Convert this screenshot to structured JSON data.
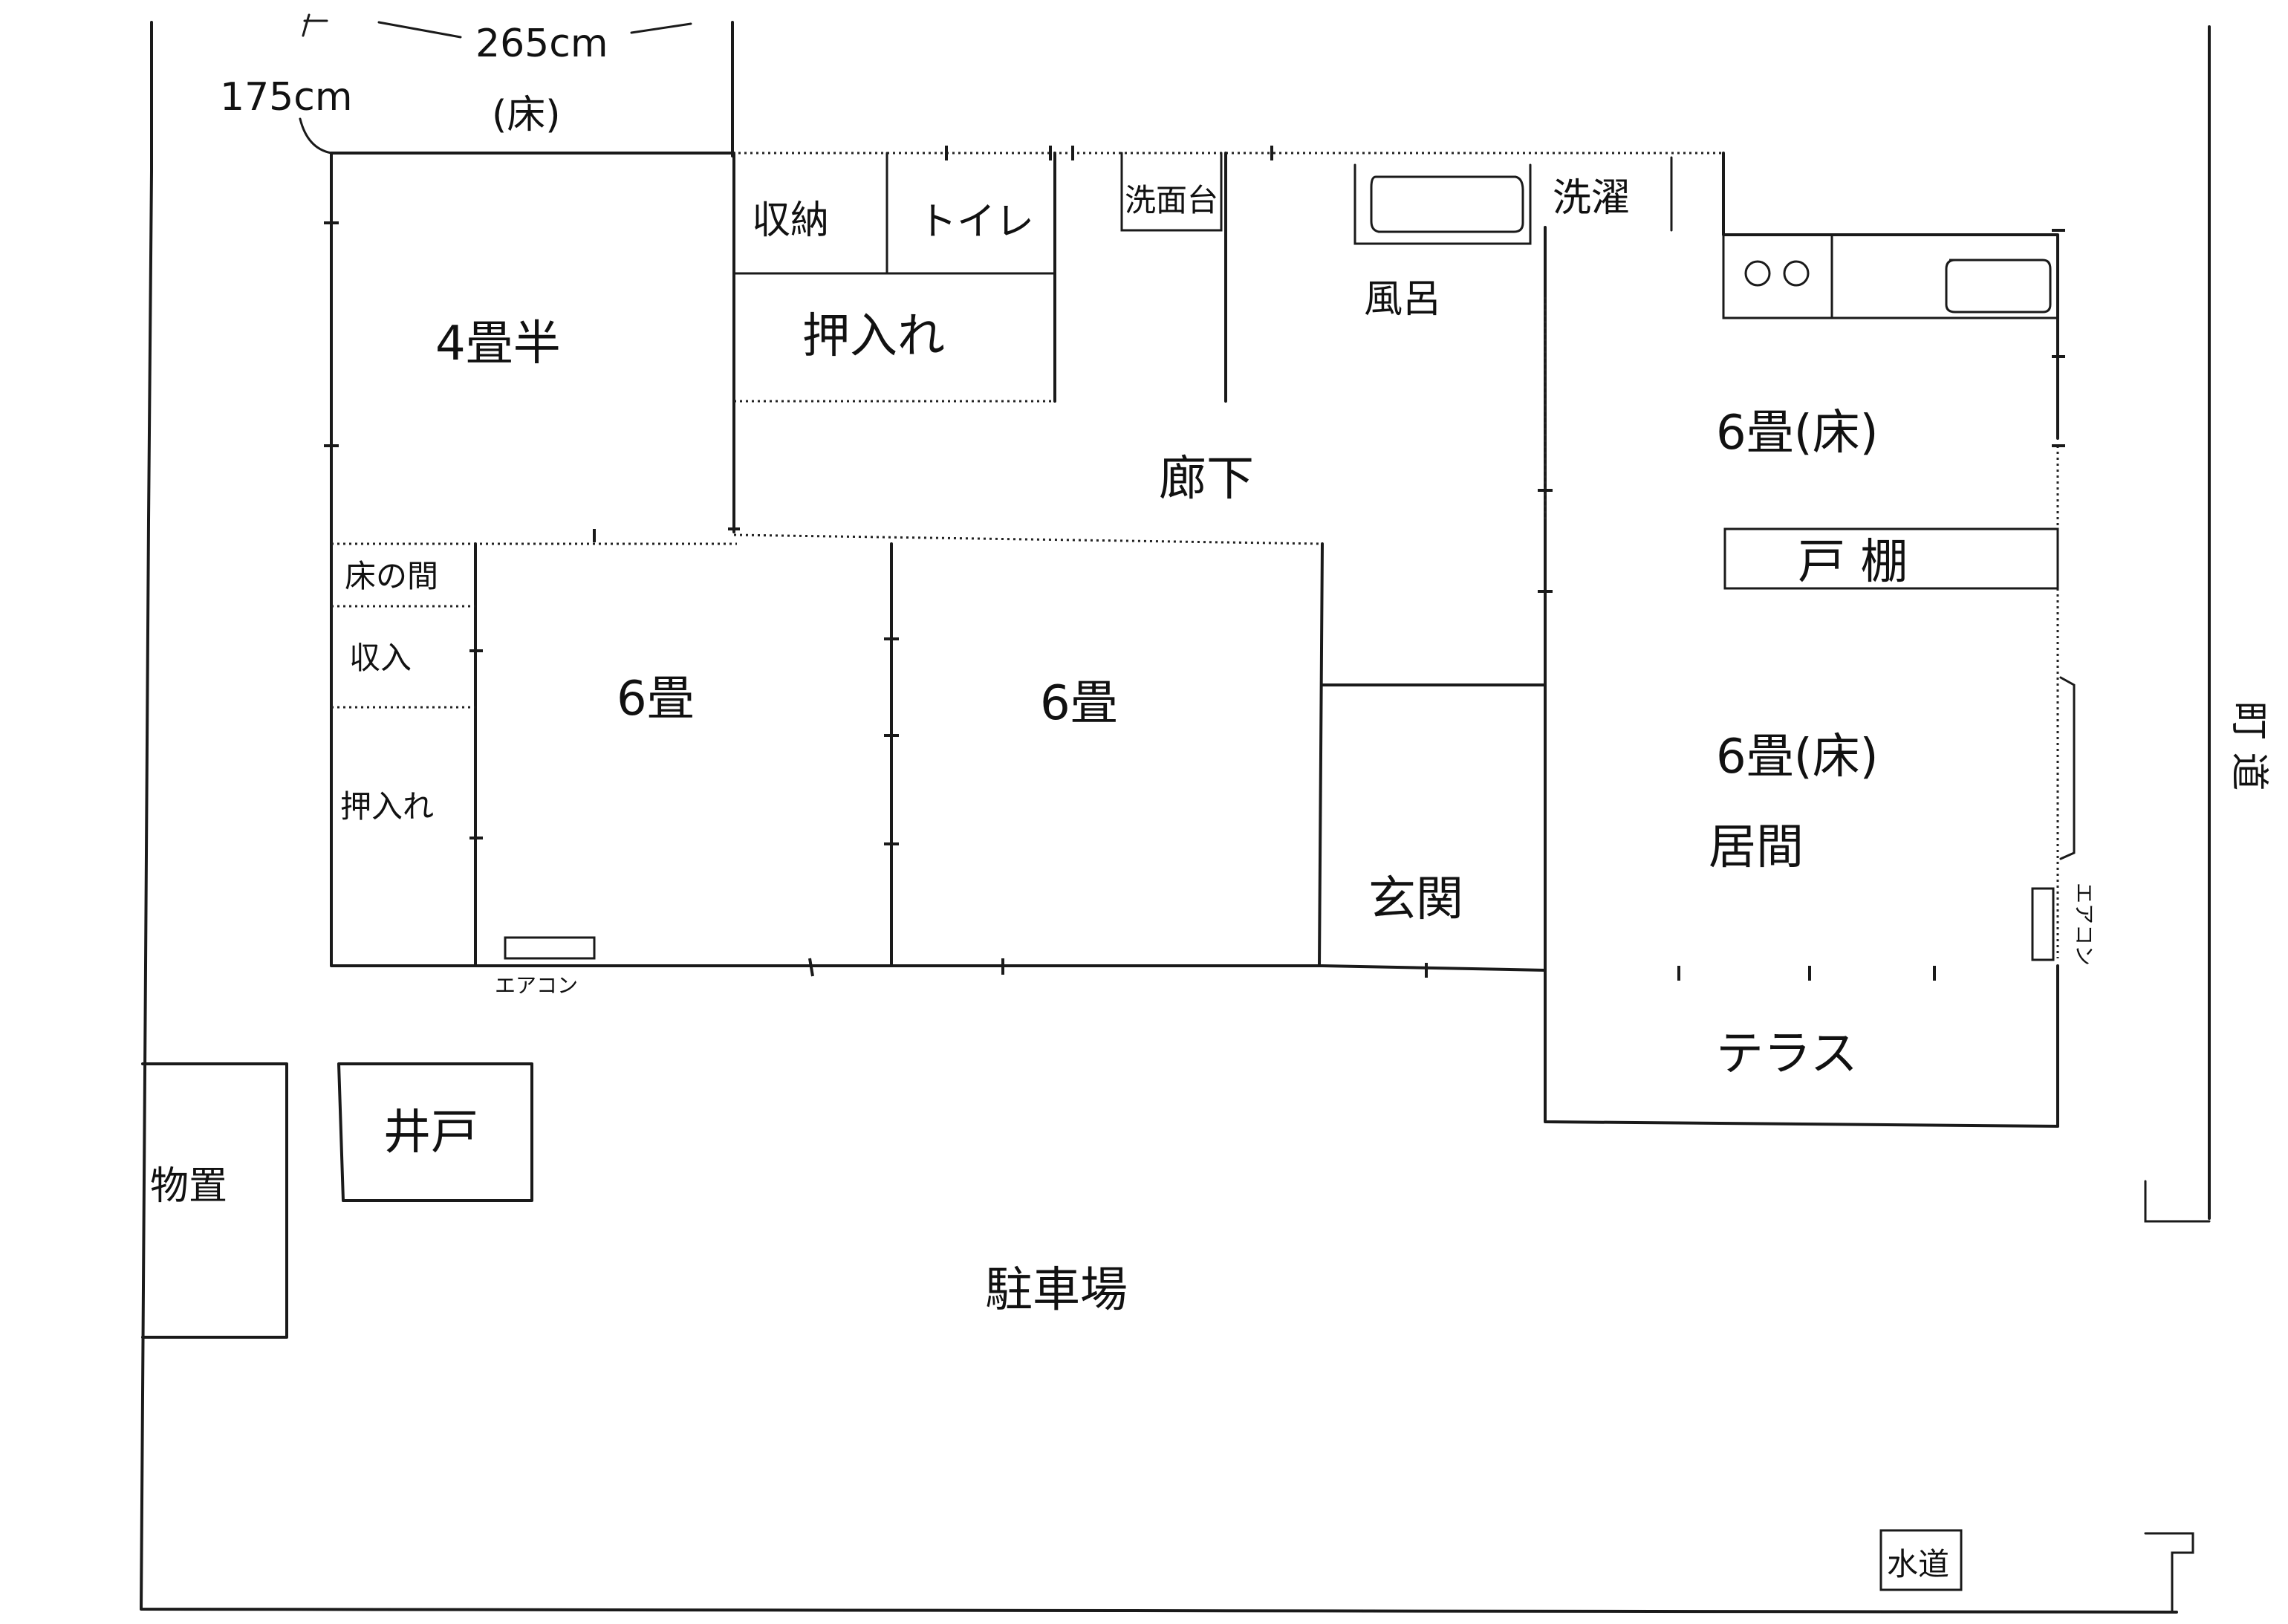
{
  "dimensions": {
    "width_label": "265cm",
    "depth_label": "175cm",
    "floor_note": "(床)"
  },
  "rooms": {
    "yojohan": "4畳半",
    "shuno": "収納",
    "toilet": "トイレ",
    "senmendai": "洗面台",
    "oshiire_north": "押入れ",
    "furo": "風呂",
    "sentaku": "洗濯",
    "roka": "廊下",
    "rokujo_yuka_kitchen": "6畳(床)",
    "todana": "戸 棚",
    "toko_no_ma": "床の間",
    "shunyu": "収入",
    "oshiire_west": "押入れ",
    "rokujo_1": "6畳",
    "rokujo_2": "6畳",
    "genkan": "玄関",
    "rokujo_yuka_living": "6畳(床)",
    "ima": "居間",
    "terrace": "テラス"
  },
  "fixtures": {
    "aircon_south": "エアコン",
    "aircon_east": "エアコン"
  },
  "outside": {
    "monooki": "物置",
    "ido": "井戸",
    "chushajo": "駐車場",
    "machimichi": "町 道",
    "suido": "水道"
  },
  "colors": {
    "ink": "#1a1a1a",
    "paper": "#ffffff"
  }
}
